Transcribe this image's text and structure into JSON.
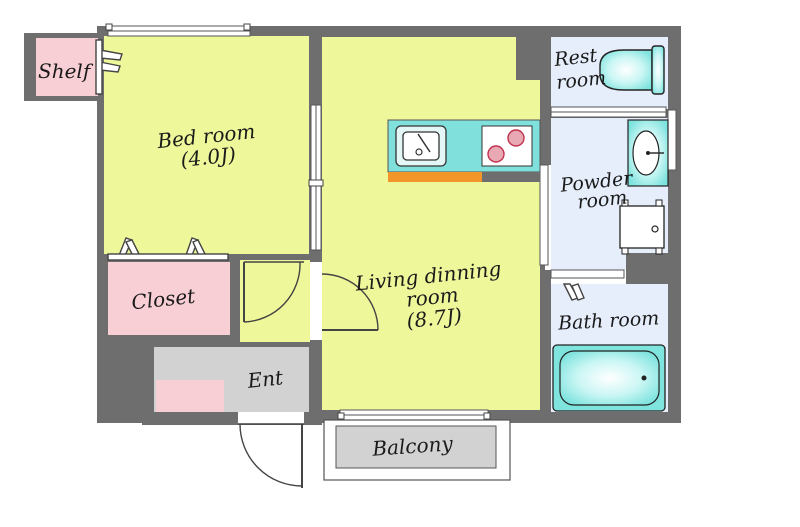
{
  "rooms": {
    "shelf": {
      "label": "Shelf"
    },
    "bedroom": {
      "label": "Bed room",
      "size": "(4.0J)"
    },
    "closet": {
      "label": "Closet"
    },
    "living": {
      "line1": "Living  dinning",
      "line2": "room",
      "size": "(8.7J)"
    },
    "restroom": {
      "line1": "Rest",
      "line2": "room"
    },
    "powder": {
      "line1": "Powder",
      "line2": "room"
    },
    "bathroom": {
      "label": "Bath room"
    },
    "entrance": {
      "label": "Ent"
    },
    "balcony": {
      "label": "Balcony"
    }
  },
  "colors": {
    "wall": "#6e6e6e",
    "room_yellow": "#eef79a",
    "closet_pink": "#f7cfd4",
    "wet_area_blue": "#e6eefb",
    "entrance_gray": "#d2d2d2",
    "kitchen_teal": "#7fe0dc",
    "counter_orange": "#f2962a",
    "fixture_aqua": "#aef0ee"
  },
  "icons": [
    "sink-icon",
    "stove-icon",
    "toilet-icon",
    "washbasin-icon",
    "washing-machine-icon",
    "bathtub-icon",
    "door-swing-icon",
    "window-icon"
  ]
}
